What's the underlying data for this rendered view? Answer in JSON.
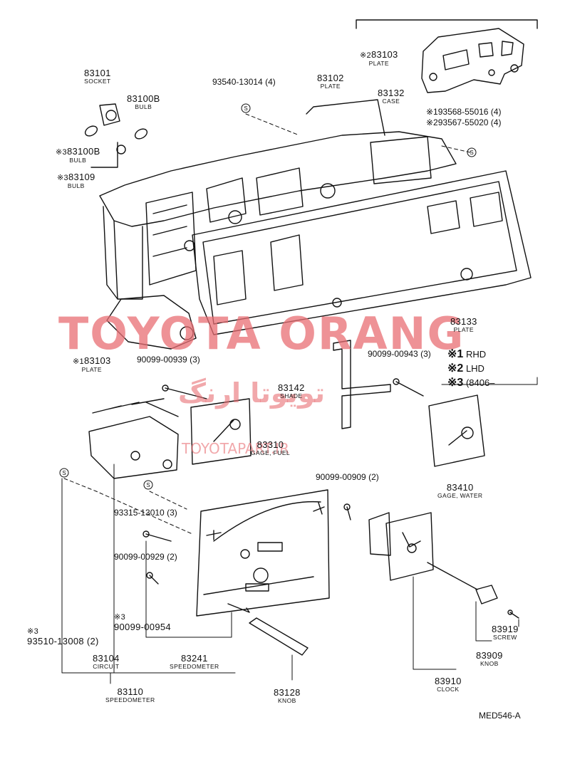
{
  "diagram": {
    "code": "MED546-A",
    "watermark": {
      "main": "TOYOTA ORANG",
      "persian": "تویوتا ارنگ",
      "site": "TOYOTAPART.IR",
      "color": "#e8777a"
    },
    "legend": [
      {
        "mark": "※1",
        "text": "RHD"
      },
      {
        "mark": "※2",
        "text": "LHD"
      },
      {
        "mark": "※3",
        "text": "(8406–"
      }
    ],
    "parts": {
      "p83101": {
        "number": "83101",
        "name": "SOCKET"
      },
      "p83100b": {
        "number": "83100B",
        "name": "BULB"
      },
      "p83100b3": {
        "prefix": "※3",
        "number": "83100B",
        "name": "BULB"
      },
      "p83109": {
        "prefix": "※3",
        "number": "83109",
        "name": "BULB"
      },
      "p93540": {
        "number": "93540-13014 (4)"
      },
      "p83102": {
        "number": "83102",
        "name": "PLATE"
      },
      "p83103top": {
        "prefix": "※2",
        "number": "83103",
        "name": "PLATE"
      },
      "p83132": {
        "number": "83132",
        "name": "CASE"
      },
      "p93568": {
        "prefix": "※1",
        "number": "93568-55016 (4)"
      },
      "p93567": {
        "prefix": "※2",
        "number": "93567-55020 (4)"
      },
      "p83133": {
        "number": "83133",
        "name": "PLATE"
      },
      "p83103left": {
        "prefix": "※1",
        "number": "83103",
        "name": "PLATE"
      },
      "p90099_939": {
        "number": "90099-00939 (3)"
      },
      "p83142": {
        "number": "83142",
        "name": "SHADE"
      },
      "p90099_943": {
        "number": "90099-00943 (3)"
      },
      "p83310": {
        "number": "83310",
        "name": "GAGE, FUEL"
      },
      "p90099_909": {
        "number": "90099-00909 (2)"
      },
      "p83410": {
        "number": "83410",
        "name": "GAGE, WATER"
      },
      "p93315": {
        "number": "93315-13010 (3)"
      },
      "p90099_929": {
        "number": "90099-00929 (2)"
      },
      "p90099_954": {
        "prefix": "※3",
        "number": "90099-00954"
      },
      "p93510": {
        "prefix": "※3",
        "number": "93510-13008 (2)"
      },
      "p83104": {
        "number": "83104",
        "name": "CIRCUIT"
      },
      "p83241": {
        "number": "83241",
        "name": "SPEEDOMETER"
      },
      "p83110": {
        "number": "83110",
        "name": "SPEEDOMETER"
      },
      "p83128": {
        "number": "83128",
        "name": "KNOB"
      },
      "p83919": {
        "number": "83919",
        "name": "SCREW"
      },
      "p83909": {
        "number": "83909",
        "name": "KNOB"
      },
      "p83910": {
        "number": "83910",
        "name": "CLOCK"
      }
    }
  }
}
